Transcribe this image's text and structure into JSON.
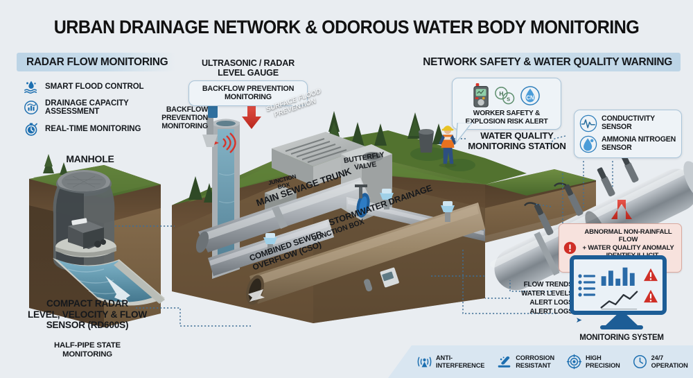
{
  "title": "URBAN DRAINAGE NETWORK & ODOROUS WATER BODY MONITORING",
  "colors": {
    "background": "#e9edf1",
    "banner": "#c3d9e9",
    "accent_blue": "#1d6fb0",
    "dark_blue": "#1d5d96",
    "alert_red": "#d1362f",
    "alert_bg": "#f7e2dd",
    "callout_bg": "#eef3f7",
    "callout_border": "#a9c4d8",
    "text": "#15181c"
  },
  "left_panel": {
    "banner": "RADAR FLOW MONITORING",
    "features": [
      {
        "icon": "flood-water-icon",
        "label": "SMART FLOOD CONTROL"
      },
      {
        "icon": "chart-gauge-icon",
        "label": "DRAINAGE CAPACITY ASSESSMENT"
      },
      {
        "icon": "stopwatch-icon",
        "label": "REAL-TIME MONITORING"
      }
    ],
    "manhole_label": "MANHOLE",
    "sensor_caption": "COMPACT RADAR\nLEVEL, VELOCITY & FLOW\nSENSOR (RD600S)",
    "sensor_caption_lines": [
      "COMPACT RADAR",
      "LEVEL, VELOCITY & FLOW",
      "SENSOR (RD600S)"
    ],
    "sensor_subcaption_lines": [
      "HALF-PIPE STATE",
      "MONITORING"
    ]
  },
  "center": {
    "gauge_title_lines": [
      "ULTRASONIC / RADAR",
      "LEVEL GAUGE"
    ],
    "gauge_badge_lines": [
      "BACKFLOW PREVENTION",
      "MONITORING"
    ],
    "backflow_label_lines": [
      "BACKFLOW",
      "PREVENTION",
      "MONITORING"
    ],
    "surface_flood_label": "SURFACE FLOOD PREVENTION",
    "butterfly_valve_lines": [
      "BUTTERFLY",
      "VALVE"
    ],
    "junction_box_small": "JUNCTION\nBOX",
    "junction_box_small_lines": [
      "JUNCTION",
      "BOX"
    ],
    "main_sewage_trunk": "MAIN SEWAGE TRUNK",
    "stormwater_drainage": "STORMWATER DRAINAGE",
    "junction_box": "JUNCTION BOX",
    "cso_lines": [
      "COMBINED SEWER",
      "OVERFLOW (CSO)"
    ]
  },
  "right_panel": {
    "banner": "NETWORK SAFETY & WATER QUALITY WARNING",
    "worker_callout": {
      "icons": [
        "gas-detector-icon",
        "h2s-molecule-icon",
        "cn-droplet-icon"
      ],
      "icon_labels": [
        "H₂S",
        "CN"
      ],
      "label_lines": [
        "WORKER SAFETY &",
        "EXPLOSION RISK ALERT"
      ]
    },
    "station_label_lines": [
      "WATER QUALITY",
      "MONITORING STATION"
    ],
    "sensor_callout": [
      {
        "icon": "waveform-icon",
        "label_lines": [
          "CONDUCTIVITY",
          "SENSOR"
        ]
      },
      {
        "icon": "droplet-icon",
        "label_lines": [
          "AMMONIA NITROGEN",
          "SENSOR"
        ]
      }
    ],
    "alert": {
      "icon": "exclamation-circle-icon",
      "lines": [
        "ABNORMAL NON-RAINFALL FLOW",
        "+ WATER QUALITY ANOMALY",
        "→ IDENTIFY ILLICIT DISCHARGE"
      ]
    },
    "monitor": {
      "feeds": [
        "FLOW TRENDS",
        "WATER LEVELS",
        "ALERT LOGS",
        "ALERT LOGS"
      ],
      "label": "MONITORING SYSTEM",
      "screen_widgets": [
        "list-icon",
        "bar-chart-icon",
        "line-chart-icon",
        "warning-triangle-icon",
        "warning-triangle-icon"
      ]
    }
  },
  "bottom_bar": {
    "features": [
      {
        "icon": "antenna-signal-icon",
        "lines": [
          "ANTI-",
          "INTERFERENCE"
        ]
      },
      {
        "icon": "corrosion-icon",
        "lines": [
          "CORROSION",
          "RESISTANT"
        ]
      },
      {
        "icon": "target-icon",
        "lines": [
          "HIGH",
          "PRECISION"
        ]
      },
      {
        "icon": "clock-icon",
        "lines": [
          "24/7",
          "OPERATION"
        ]
      }
    ]
  }
}
